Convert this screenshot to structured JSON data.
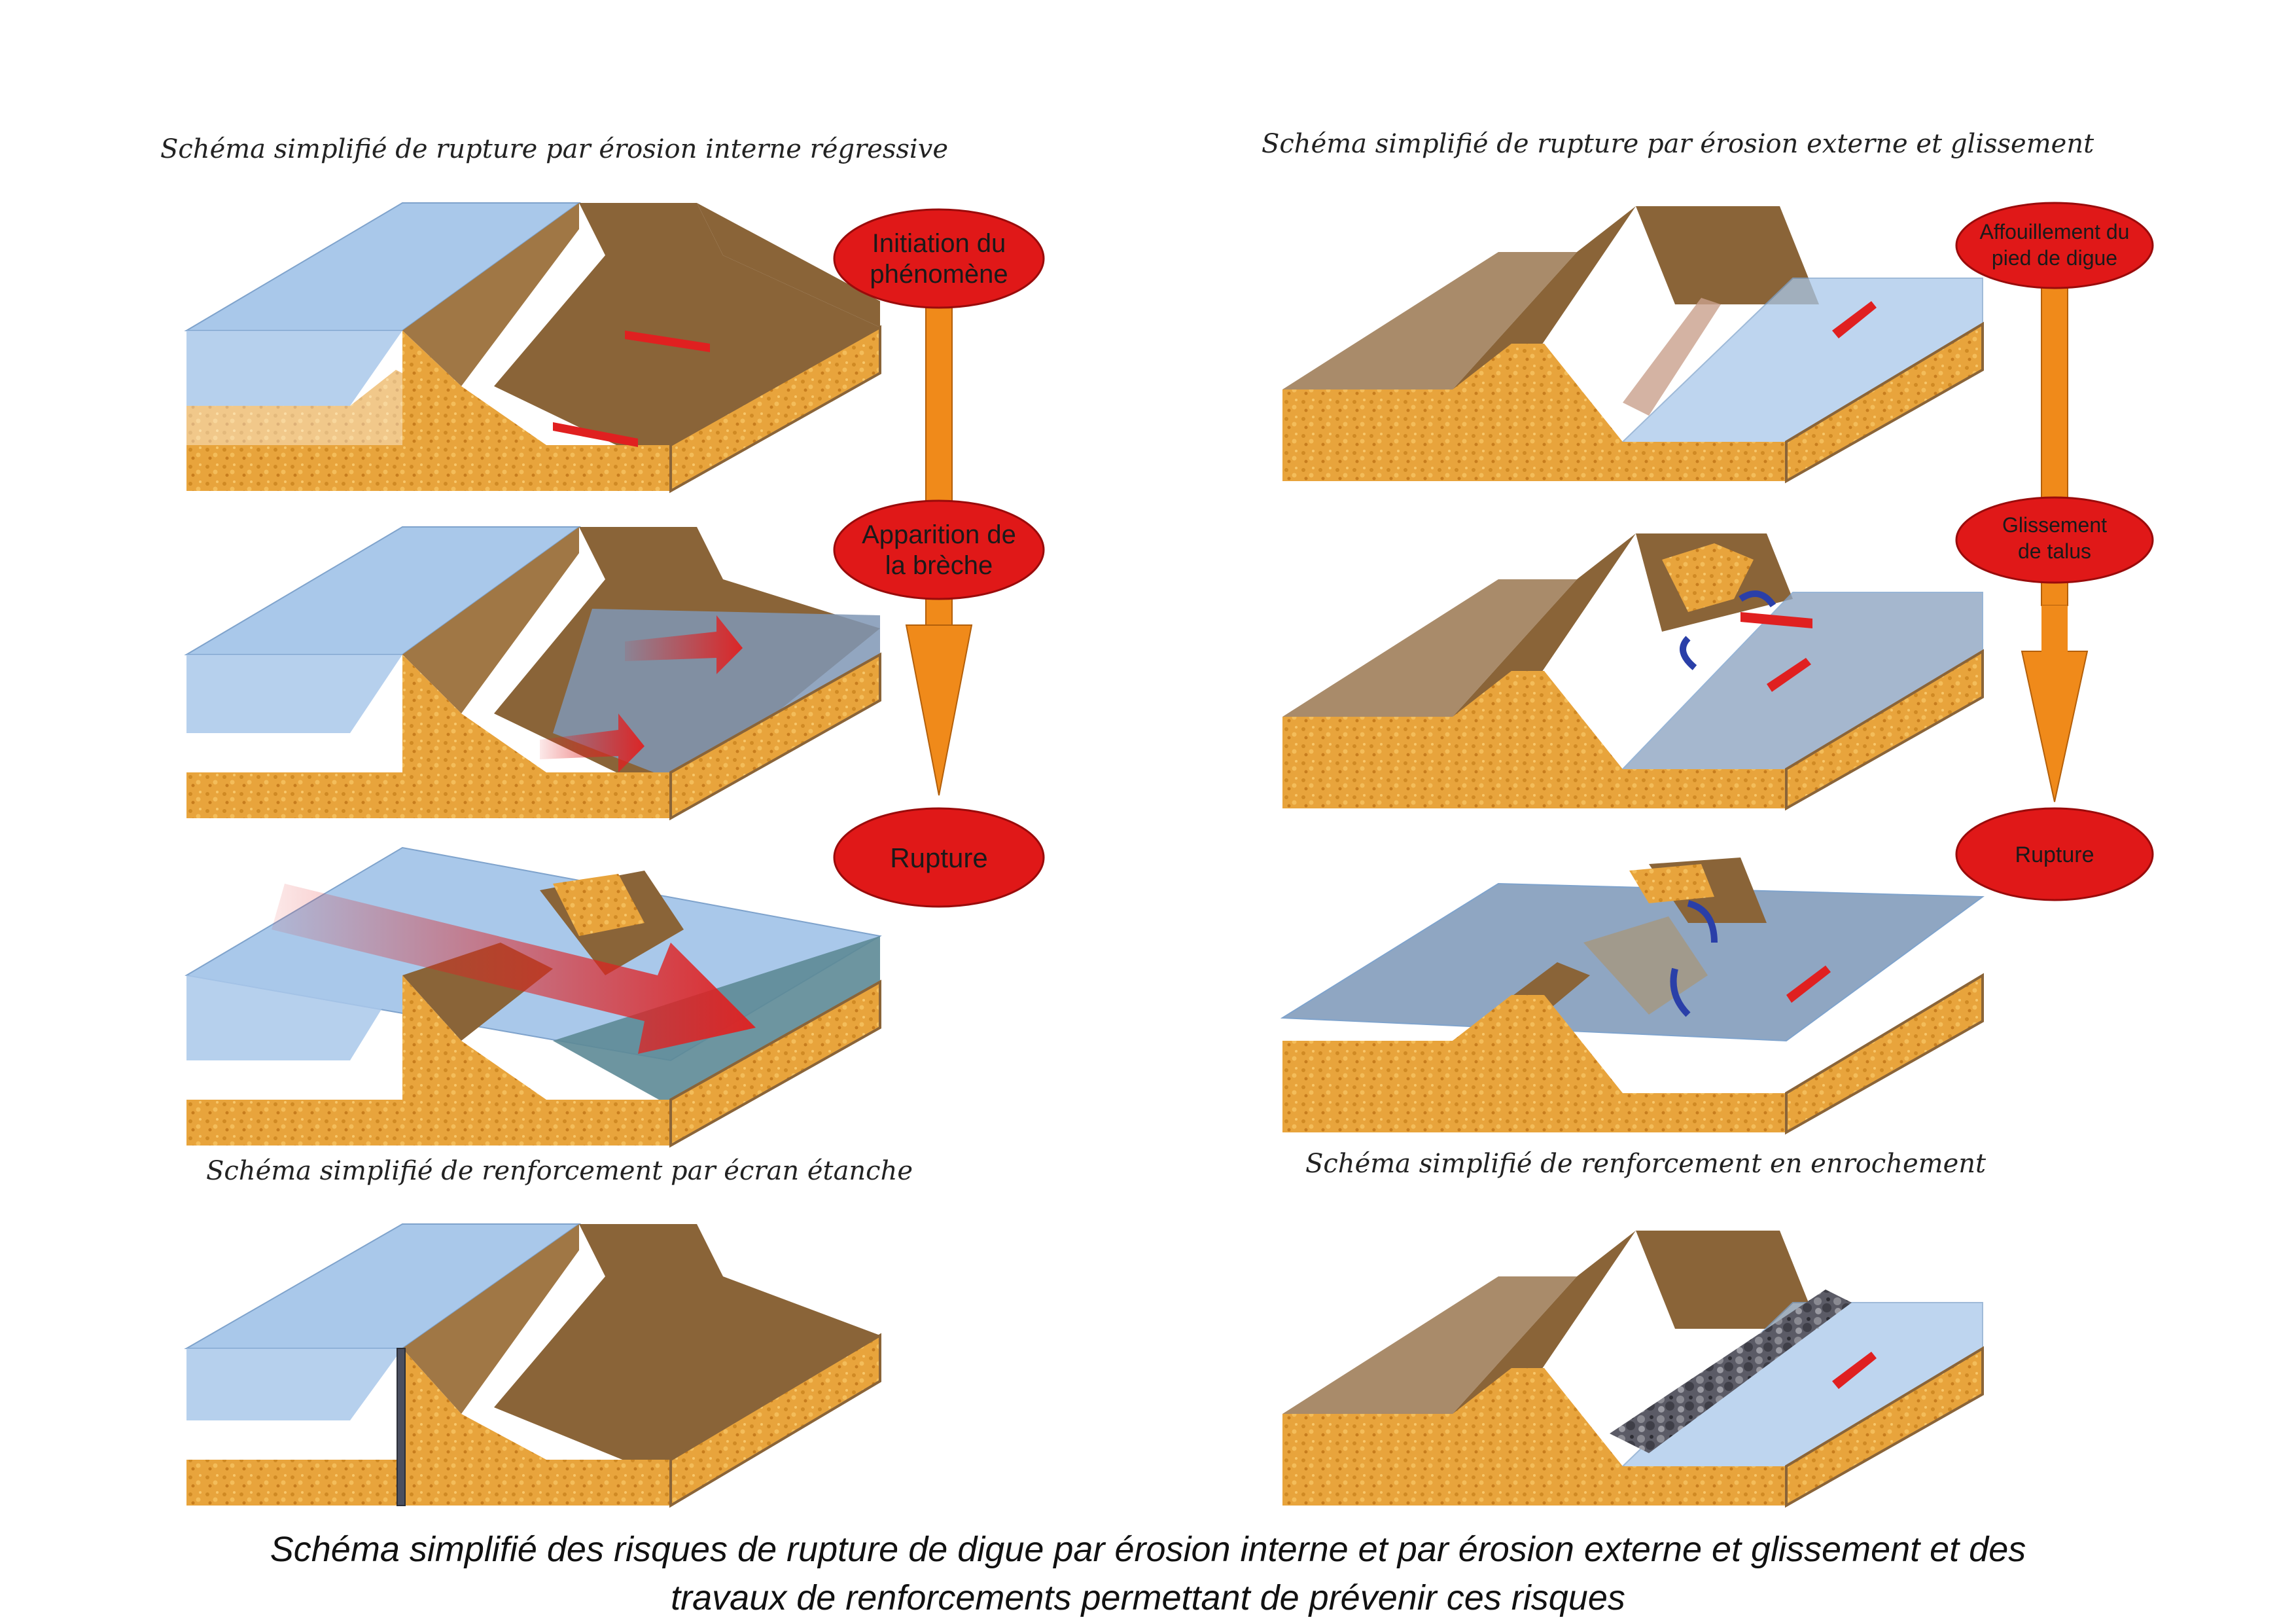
{
  "titles": {
    "internal_erosion": "Schéma simplifié de rupture par érosion interne régressive",
    "external_erosion": "Schéma simplifié de rupture par érosion externe et glissement",
    "watertight_screen": "Schéma simplifié de renforcement par écran étanche",
    "riprap": "Schéma simplifié de renforcement en enrochement"
  },
  "left_sequence": {
    "step1_line1": "Initiation du",
    "step1_line2": "phénomène",
    "step2_line1": "Apparition de",
    "step2_line2": "la brèche",
    "step3": "Rupture"
  },
  "right_sequence": {
    "step1_line1": "Affouillement du",
    "step1_line2": "pied de digue",
    "step2_line1": "Glissement",
    "step2_line2": "de talus",
    "step3": "Rupture"
  },
  "caption": {
    "line1": "Schéma simplifié des risques de rupture de digue par érosion interne et par érosion externe et glissement et des",
    "line2": "travaux de renforcements permettant de prévenir ces risques"
  },
  "colors": {
    "water": "#a9c8ea",
    "dike_top": "#8a6438",
    "soil": "#e8a43c",
    "oval": "#e01818",
    "arrow": "#f08a1a",
    "flow": "#e02020",
    "vortex": "#2a3fa8"
  }
}
